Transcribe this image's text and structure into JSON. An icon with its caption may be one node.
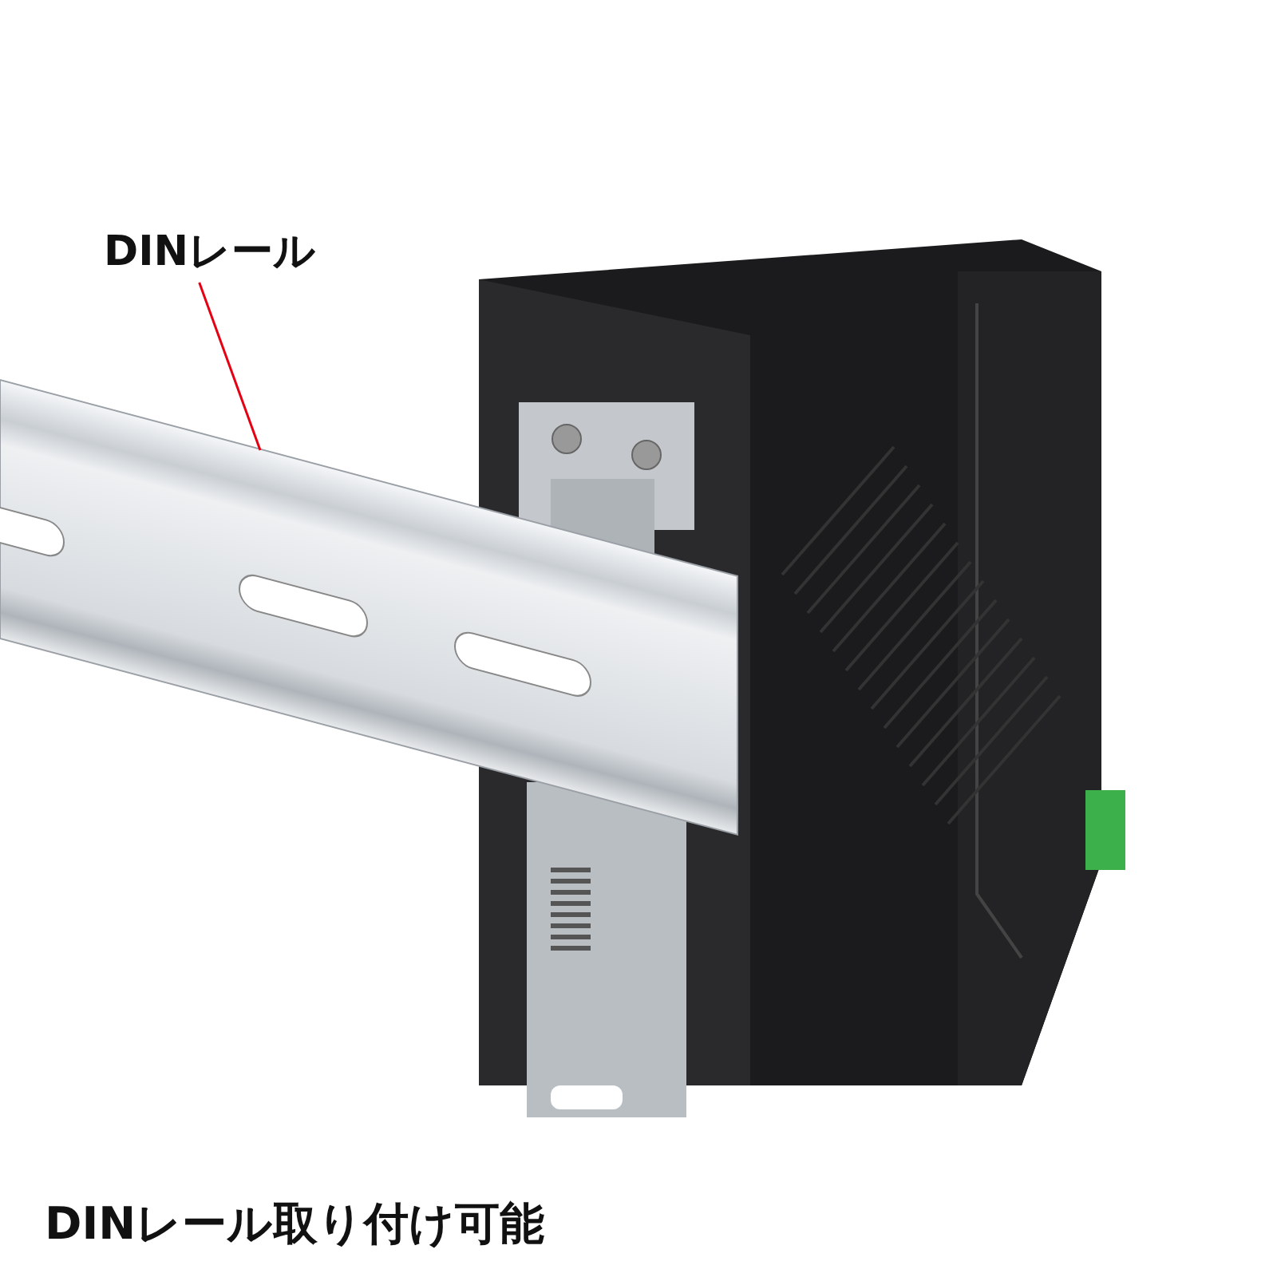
{
  "diagram": {
    "caption": "DINレール取り付け可能",
    "nodes": [
      {
        "text": [
          "DINレール"
        ]
      },
      {
        "text": [],
        "shape": "picture"
      }
    ],
    "edges": [
      {
        "from": 0,
        "to": 1,
        "arrow": "none",
        "color": "#e60012"
      }
    ]
  }
}
